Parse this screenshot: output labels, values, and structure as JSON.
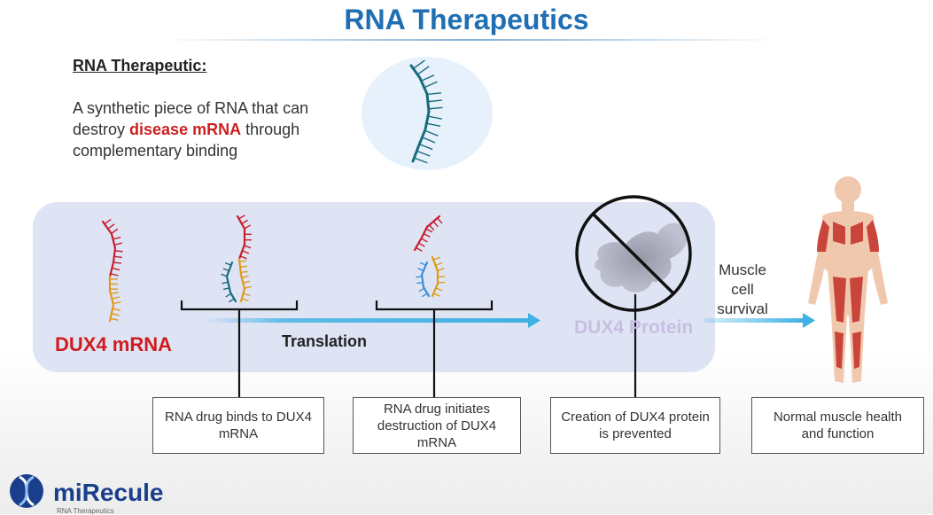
{
  "title": "RNA Therapeutics",
  "definition": {
    "heading": "RNA Therapeutic:",
    "text_before": "A synthetic piece of RNA that can destroy ",
    "highlight": "disease mRNA",
    "text_after": " through complementary binding"
  },
  "process": {
    "mrna_label": "DUX4 mRNA",
    "translation_label": "Translation",
    "protein_label": "DUX4 Protein",
    "outcome_label": "Muscle cell survival"
  },
  "steps": [
    {
      "text": "RNA drug binds to DUX4 mRNA"
    },
    {
      "text": "RNA drug initiates destruction of DUX4 mRNA"
    },
    {
      "text": "Creation of DUX4 protein is prevented"
    },
    {
      "text": "Normal muscle health and function"
    }
  ],
  "brand": {
    "name": "miRecule",
    "tagline": "RNA Therapeutics"
  },
  "colors": {
    "title": "#1f6fb2",
    "highlight": "#cc1f1f",
    "mrna_red": "#c81e2b",
    "mrna_orange": "#e09a1a",
    "drug_teal": "#1a6b7c",
    "drug_blue": "#3a8fd8",
    "arrow": "#3fb1e3",
    "panel": "#dfe4f5"
  }
}
